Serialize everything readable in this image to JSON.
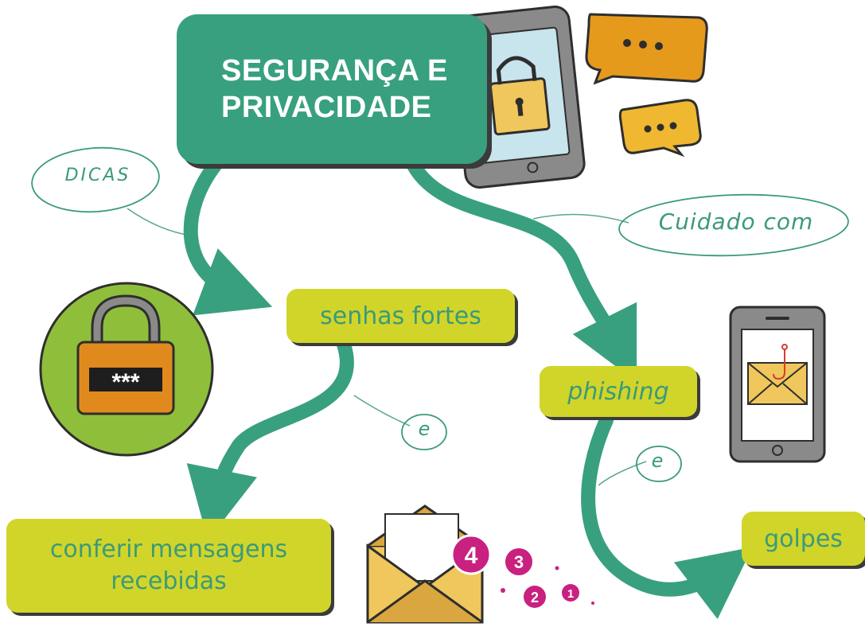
{
  "title": {
    "line1": "SEGURANÇA E",
    "line2": "PRIVACIDADE"
  },
  "labels": {
    "dicas": "DICAS",
    "cuidado": "Cuidado com",
    "e_left": "e",
    "e_right": "e"
  },
  "nodes": {
    "senhas": "senhas fortes",
    "phishing": "phishing",
    "conferir_line1": "conferir mensagens",
    "conferir_line2": "recebidas",
    "golpes": "golpes"
  },
  "padlock_code": "***",
  "notification_badges": [
    "4",
    "3",
    "2",
    "1"
  ],
  "colors": {
    "title_box": "#38a07f",
    "node_fill": "#d1d52a",
    "node_text": "#3a9a7a",
    "arrow": "#38a07f",
    "padlock_circle": "#8fbf3a",
    "padlock_body": "#e08a1e",
    "badge": "#c8217f",
    "envelope": "#f0c75c",
    "bubble": "#e59a1c"
  },
  "icons": [
    "phone-lock-icon",
    "chat-bubble-icon",
    "padlock-icon",
    "phone-phishing-icon",
    "envelope-icon"
  ]
}
